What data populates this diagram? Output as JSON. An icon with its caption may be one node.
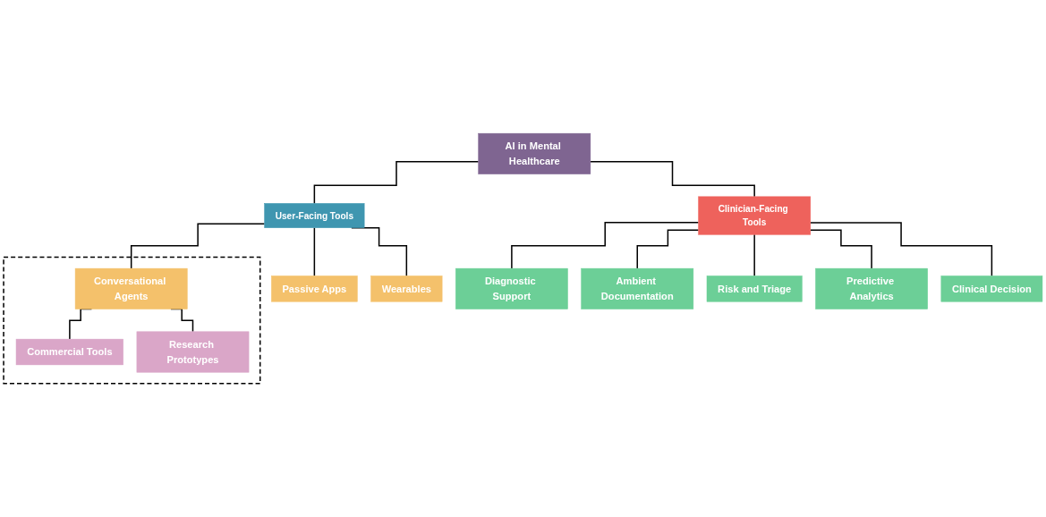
{
  "diagram": {
    "nodes": [
      {
        "text": [
          "AI in Mental Healthcare"
        ]
      },
      {
        "text": [
          "User-Facing Tools"
        ]
      },
      {
        "text": [
          "Clinician-Facing Tools"
        ]
      },
      {
        "text": [],
        "shape": "box"
      },
      {
        "text": [
          "Conversational Agents"
        ],
        "in": 3
      },
      {
        "text": [
          "Passive Apps"
        ]
      },
      {
        "text": [
          "Wearables"
        ]
      },
      {
        "text": [
          "Commercial Tools"
        ],
        "in": 3
      },
      {
        "text": [
          "Research Prototypes"
        ],
        "in": 3
      },
      {
        "text": [
          "Diagnostic Support"
        ]
      },
      {
        "text": [
          "Ambient Documentation"
        ]
      },
      {
        "text": [
          "Risk and Triage"
        ]
      },
      {
        "text": [
          "Predictive Analytics"
        ]
      },
      {
        "text": [
          "Clinical Decision"
        ]
      }
    ],
    "edges": [
      {
        "from": 0,
        "to": 1,
        "arrow": "none"
      },
      {
        "from": 0,
        "to": 2,
        "arrow": "none"
      },
      {
        "from": 1,
        "to": 4,
        "arrow": "none"
      },
      {
        "from": 1,
        "to": 5,
        "arrow": "none"
      },
      {
        "from": 1,
        "to": 6,
        "arrow": "none"
      },
      {
        "from": 4,
        "to": 7,
        "arrow": "none"
      },
      {
        "from": 4,
        "to": 8,
        "arrow": "none"
      },
      {
        "from": 2,
        "to": 9,
        "arrow": "none"
      },
      {
        "from": 2,
        "to": 10,
        "arrow": "none"
      },
      {
        "from": 2,
        "to": 11,
        "arrow": "none"
      },
      {
        "from": 2,
        "to": 12,
        "arrow": "none"
      },
      {
        "from": 2,
        "to": 13,
        "arrow": "none"
      }
    ]
  }
}
